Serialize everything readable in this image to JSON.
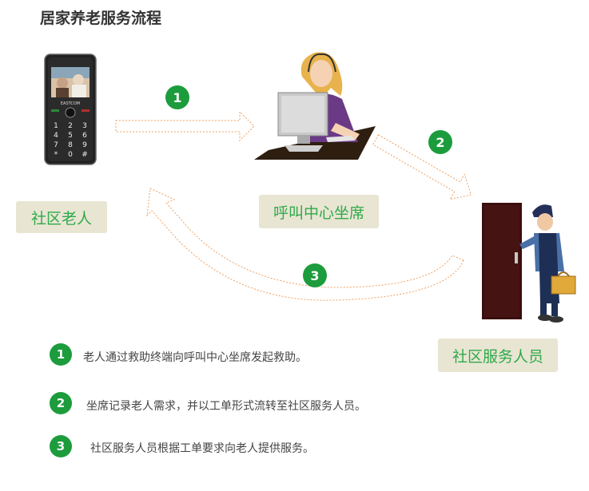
{
  "title": "居家养老服务流程",
  "nodes": {
    "elder": "社区老人",
    "call_center": "呼叫中心坐席",
    "staff": "社区服务人员"
  },
  "flow_badges": [
    "1",
    "2",
    "3"
  ],
  "phone": {
    "brand": "EASTCOM",
    "keys": [
      "1",
      "2",
      "3",
      "4",
      "5",
      "6",
      "7",
      "8",
      "9",
      "*",
      "0",
      "#"
    ]
  },
  "steps": [
    {
      "number": "1",
      "text": "老人通过救助终端向呼叫中心坐席发起救助。"
    },
    {
      "number": "2",
      "text": "坐席记录老人需求，并以工单形式流转至社区服务人员。"
    },
    {
      "number": "3",
      "text": "社区服务人员根据工单要求向老人提供服务。"
    }
  ],
  "colors": {
    "badge_green": "#1c9c3c",
    "tag_bg": "#e9e5d3",
    "tag_text": "#2eaa4a",
    "arrow_orange": "#f0a060"
  }
}
